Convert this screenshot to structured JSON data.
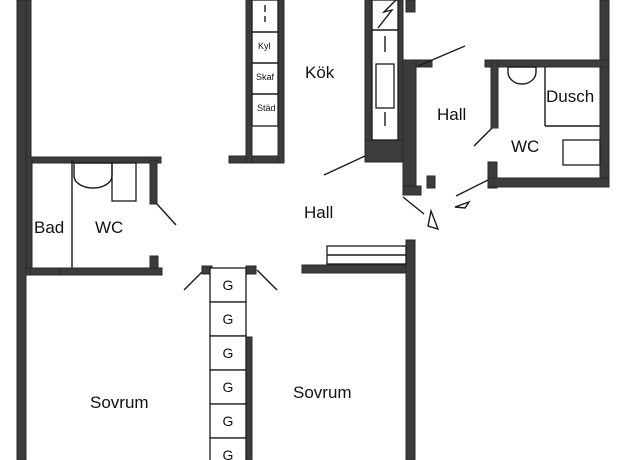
{
  "rooms": {
    "kok": "Kök",
    "hall_right": "Hall",
    "wc_right": "WC",
    "dusch": "Dusch",
    "hall_center": "Hall",
    "bad": "Bad",
    "wc_left": "WC",
    "sovrum_left": "Sovrum",
    "sovrum_center": "Sovrum"
  },
  "kitchen_units": [
    "Kyl",
    "Skaf",
    "Städ"
  ],
  "wardrobe_label": "G",
  "wardrobe_count": 6
}
